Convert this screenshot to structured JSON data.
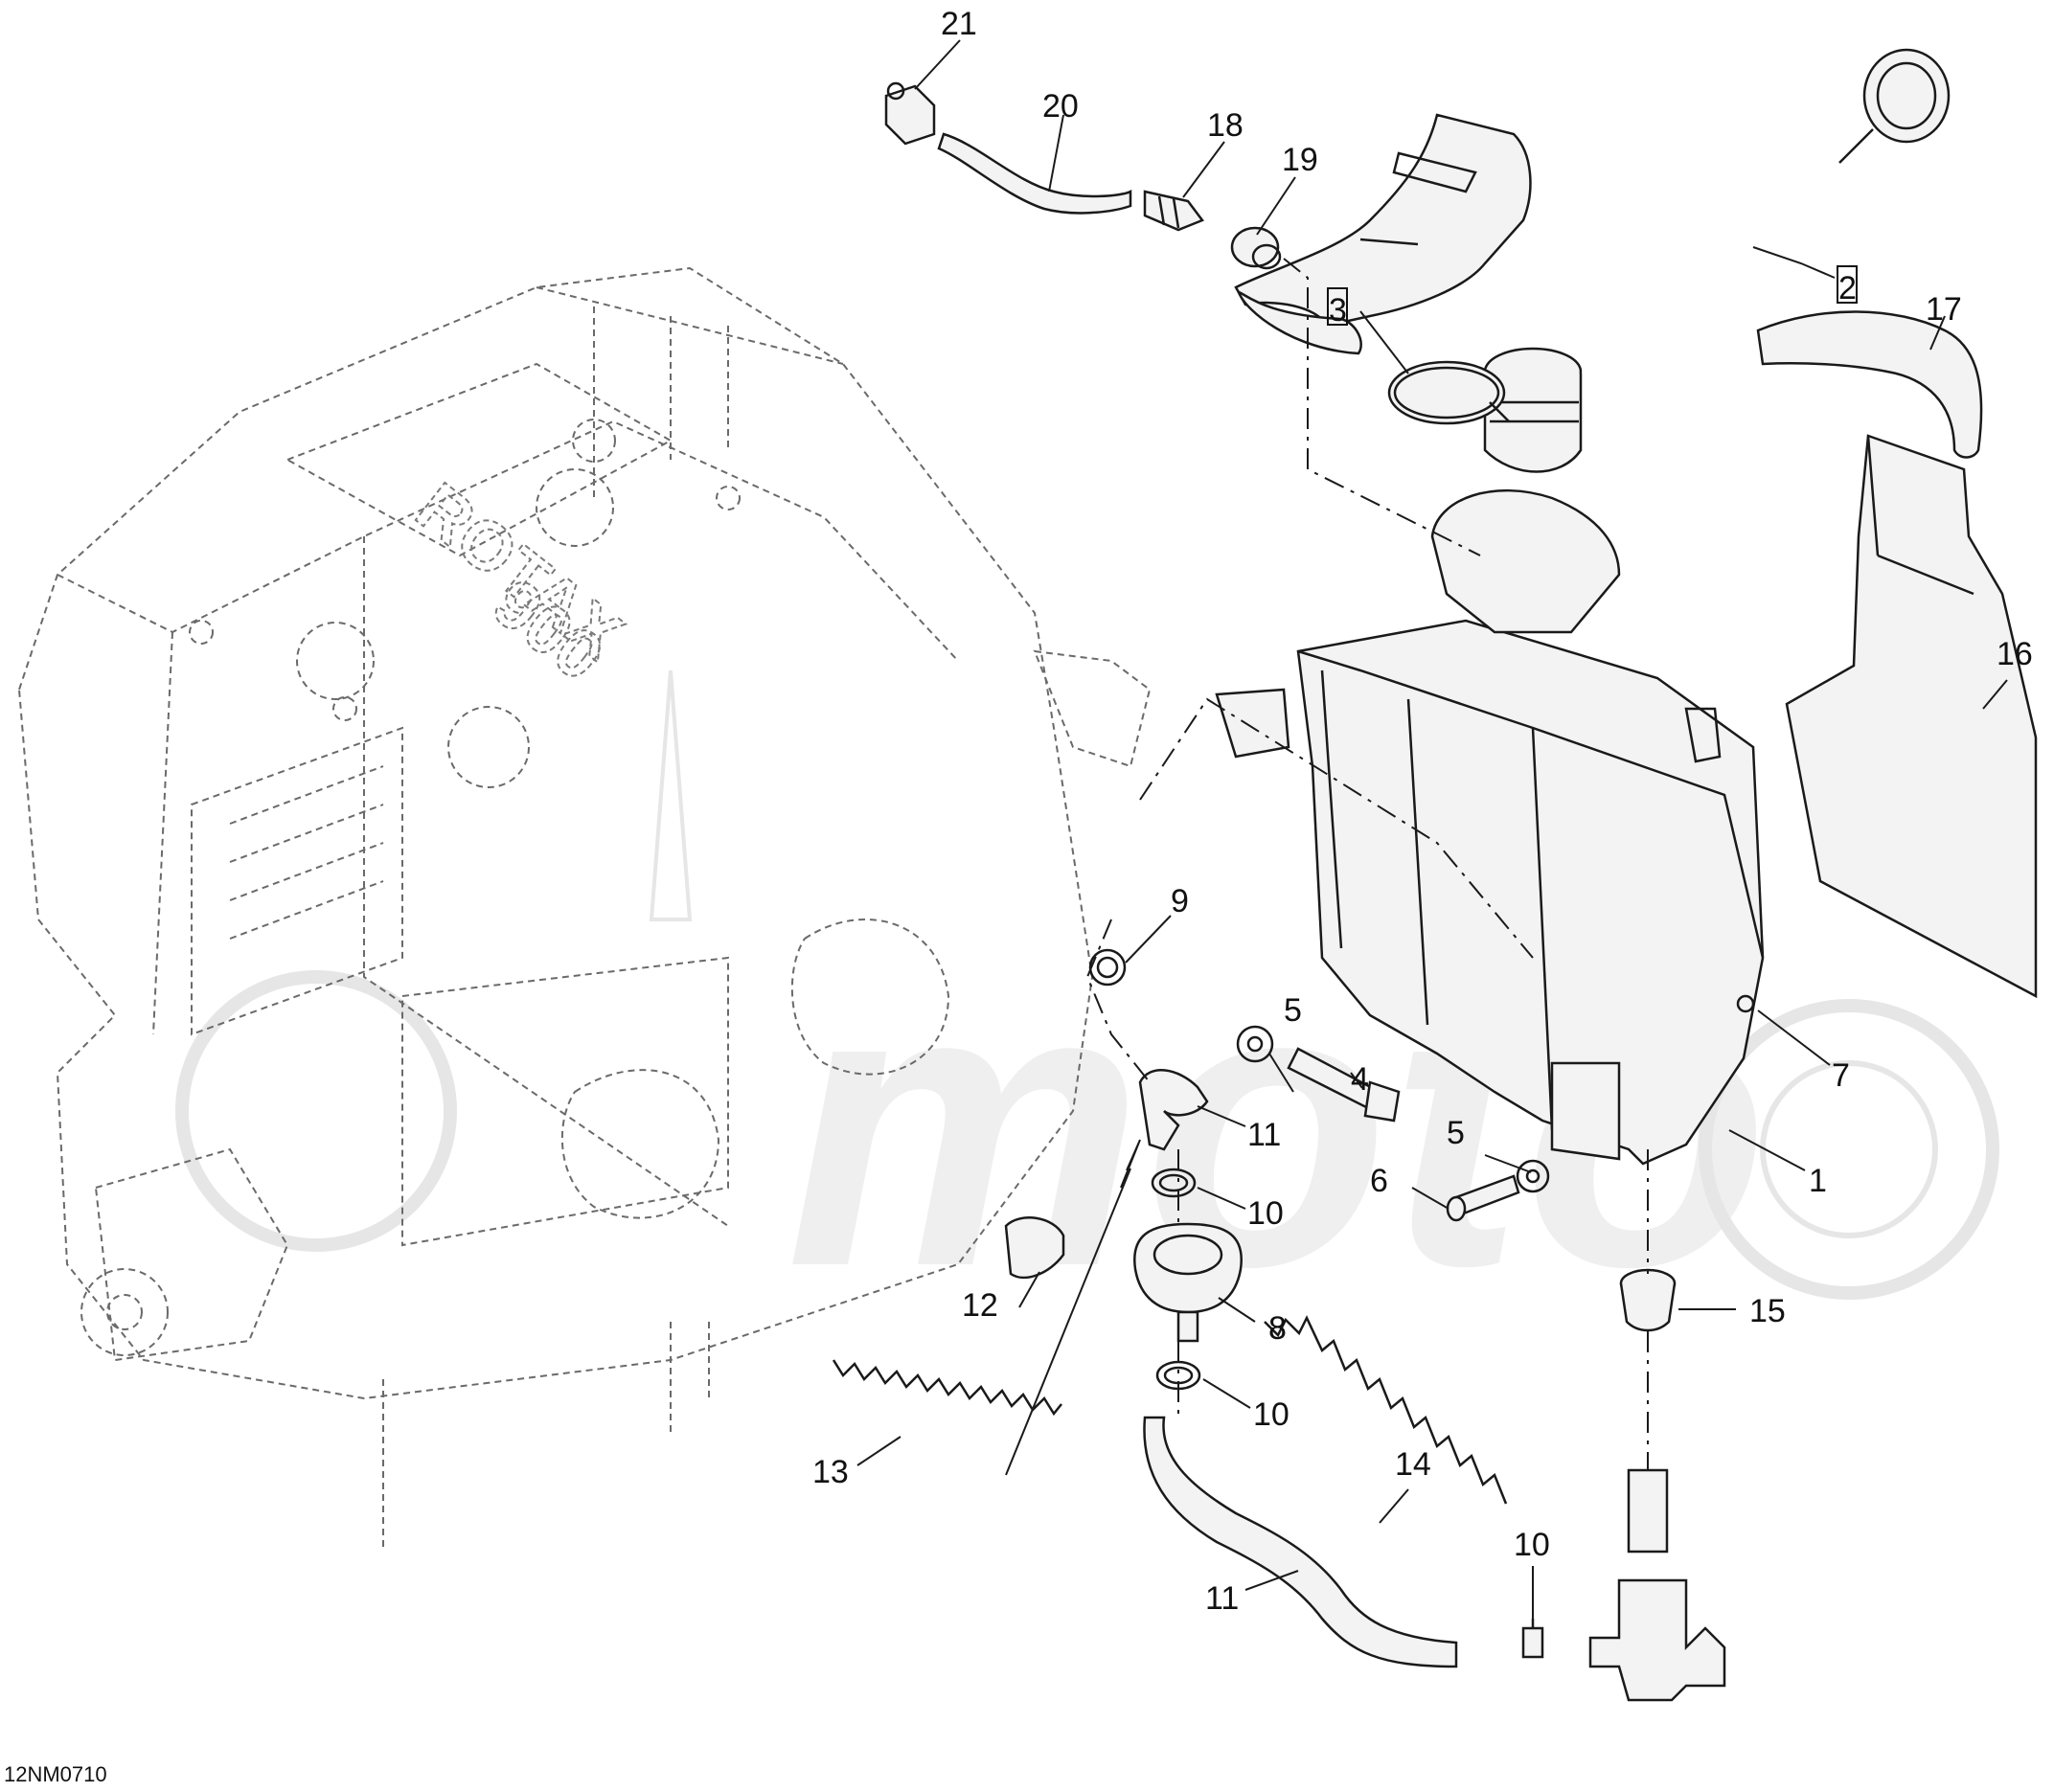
{
  "figure_id": "12NM0710",
  "watermark": "moto",
  "engine_text": {
    "brand": "ROTAX",
    "model": "900"
  },
  "callouts": [
    {
      "id": "c21",
      "text": "21"
    },
    {
      "id": "c20",
      "text": "20"
    },
    {
      "id": "c18",
      "text": "18"
    },
    {
      "id": "c19",
      "text": "19"
    },
    {
      "id": "c2",
      "text": "2"
    },
    {
      "id": "c3",
      "text": "3"
    },
    {
      "id": "c17",
      "text": "17"
    },
    {
      "id": "c16",
      "text": "16"
    },
    {
      "id": "c9",
      "text": "9"
    },
    {
      "id": "c5a",
      "text": "5"
    },
    {
      "id": "c4",
      "text": "4"
    },
    {
      "id": "c7",
      "text": "7"
    },
    {
      "id": "c11a",
      "text": "11"
    },
    {
      "id": "c5b",
      "text": "5"
    },
    {
      "id": "c1",
      "text": "1"
    },
    {
      "id": "c6",
      "text": "6"
    },
    {
      "id": "c10a",
      "text": "10"
    },
    {
      "id": "c12",
      "text": "12"
    },
    {
      "id": "c8",
      "text": "8"
    },
    {
      "id": "c15",
      "text": "15"
    },
    {
      "id": "c10b",
      "text": "10"
    },
    {
      "id": "c13",
      "text": "13"
    },
    {
      "id": "c14",
      "text": "14"
    },
    {
      "id": "c10c",
      "text": "10"
    },
    {
      "id": "c11b",
      "text": "11"
    }
  ]
}
